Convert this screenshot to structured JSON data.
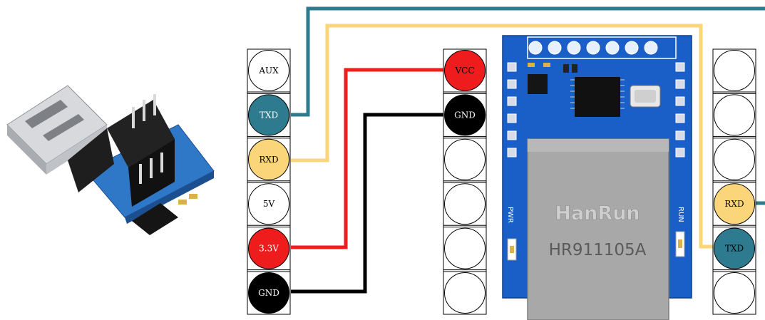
{
  "colors": {
    "teal": "#2e7a8e",
    "yellow": "#fbd57a",
    "red": "#ee1c1c",
    "black": "#000000",
    "board_blue": "#1a5ec8",
    "jack_gray": "#a8a8a8"
  },
  "usb_adapter": {
    "pins": [
      {
        "label": "AUX",
        "color": "#ffffff",
        "text_color": "#000000"
      },
      {
        "label": "TXD",
        "color": "#2e7a8e",
        "text_color": "#ffffff"
      },
      {
        "label": "RXD",
        "color": "#fbd57a",
        "text_color": "#000000"
      },
      {
        "label": "5V",
        "color": "#ffffff",
        "text_color": "#000000"
      },
      {
        "label": "3.3V",
        "color": "#ee1c1c",
        "text_color": "#ffffff"
      },
      {
        "label": "GND",
        "color": "#000000",
        "text_color": "#ffffff"
      }
    ]
  },
  "module_left_header": {
    "pins": [
      {
        "label": "VCC",
        "color": "#ee1c1c",
        "text_color": "#000000"
      },
      {
        "label": "GND",
        "color": "#000000",
        "text_color": "#ffffff"
      },
      {
        "label": "",
        "color": "#ffffff",
        "text_color": "#000000"
      },
      {
        "label": "",
        "color": "#ffffff",
        "text_color": "#000000"
      },
      {
        "label": "",
        "color": "#ffffff",
        "text_color": "#000000"
      },
      {
        "label": "",
        "color": "#ffffff",
        "text_color": "#000000"
      }
    ]
  },
  "module_right_header": {
    "pins": [
      {
        "label": "",
        "color": "#ffffff",
        "text_color": "#000000"
      },
      {
        "label": "",
        "color": "#ffffff",
        "text_color": "#000000"
      },
      {
        "label": "",
        "color": "#ffffff",
        "text_color": "#000000"
      },
      {
        "label": "RXD",
        "color": "#fbd57a",
        "text_color": "#000000"
      },
      {
        "label": "TXD",
        "color": "#2e7a8e",
        "text_color": "#000000"
      },
      {
        "label": "",
        "color": "#ffffff",
        "text_color": "#000000"
      }
    ]
  },
  "board": {
    "brand": "HanRun",
    "part_number": "HR911105A",
    "pwr_label": "PWR",
    "run_label": "RUN"
  }
}
